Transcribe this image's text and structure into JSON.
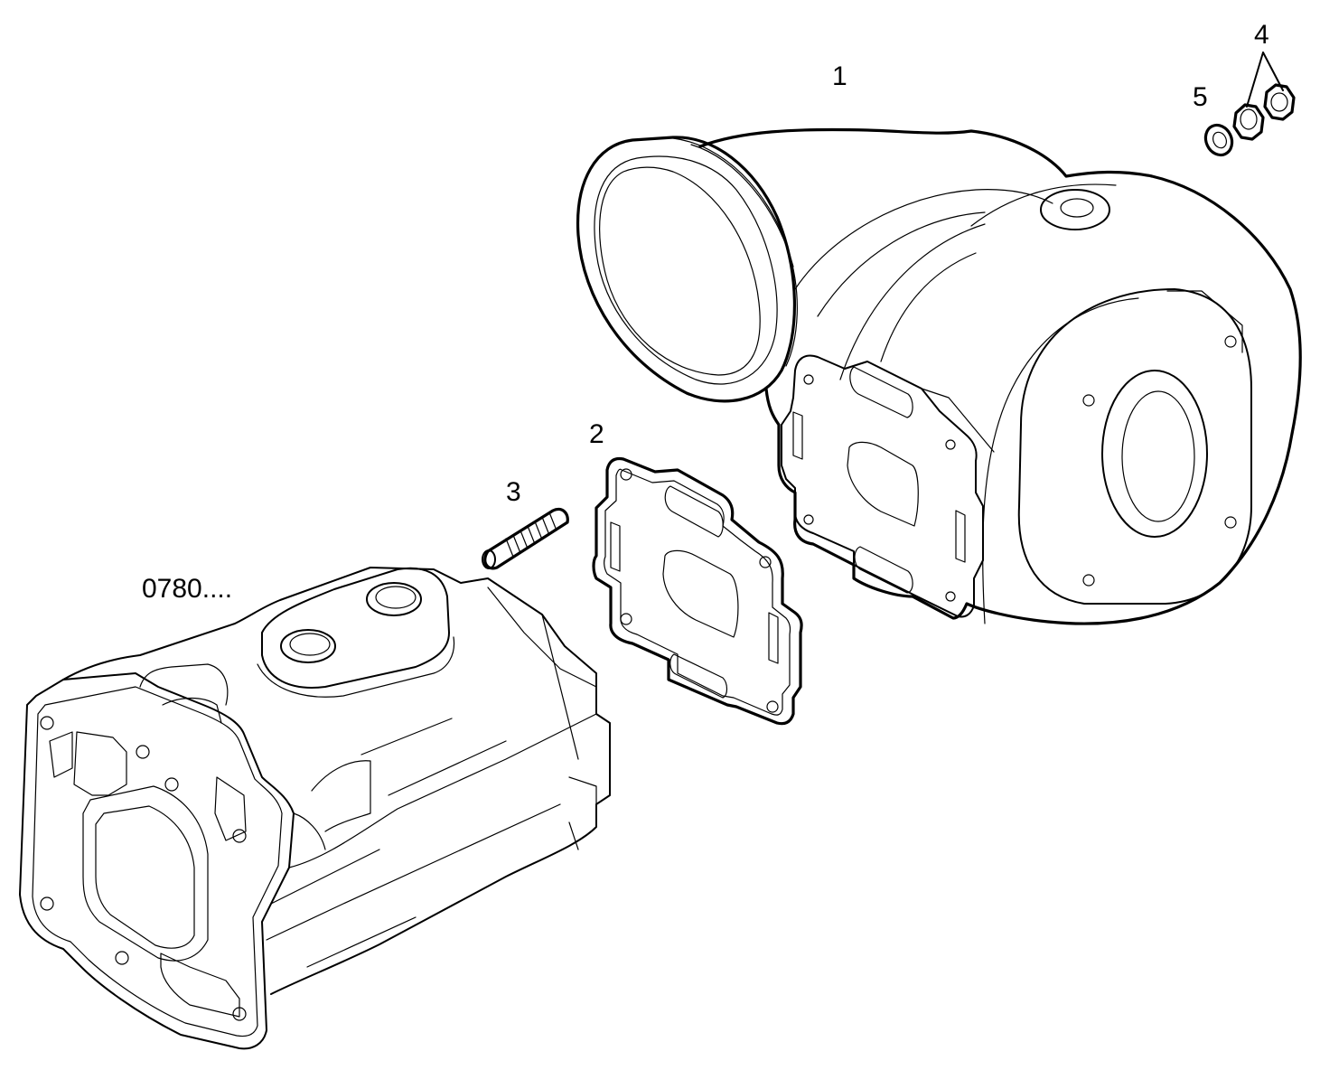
{
  "diagram": {
    "callouts": {
      "turbocharger": "1",
      "gasket": "2",
      "stud": "3",
      "nuts": "4",
      "washer": "5",
      "manifold_ref": "0780...."
    },
    "ink_color": "#000000",
    "background_color": "#ffffff"
  }
}
